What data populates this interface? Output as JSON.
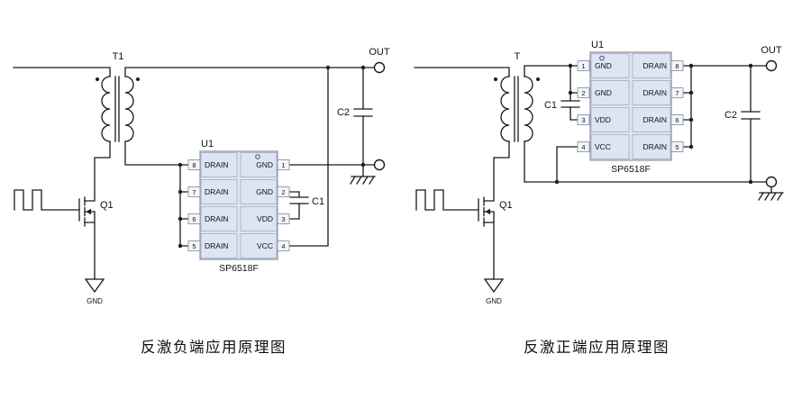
{
  "colors": {
    "wire": "#1a1a1a",
    "ic_fill": "#dde4f2",
    "ic_border": "#8a95a8",
    "background": "#ffffff"
  },
  "left_circuit": {
    "caption": "反激负端应用原理图",
    "transformer": "T1",
    "mosfet": "Q1",
    "gnd": "GND",
    "out": "OUT",
    "c1": "C1",
    "c2": "C2",
    "ic": {
      "ref": "U1",
      "part": "SP6518F",
      "left_pins": [
        {
          "num": "8",
          "name": "DRAIN"
        },
        {
          "num": "7",
          "name": "DRAIN"
        },
        {
          "num": "6",
          "name": "DRAIN"
        },
        {
          "num": "5",
          "name": "DRAIN"
        }
      ],
      "right_pins": [
        {
          "num": "1",
          "name": "GND"
        },
        {
          "num": "2",
          "name": "GND"
        },
        {
          "num": "3",
          "name": "VDD"
        },
        {
          "num": "4",
          "name": "VCC"
        }
      ]
    }
  },
  "right_circuit": {
    "caption": "反激正端应用原理图",
    "transformer": "T",
    "mosfet": "Q1",
    "gnd": "GND",
    "out": "OUT",
    "c1": "C1",
    "c2": "C2",
    "ic": {
      "ref": "U1",
      "part": "SP6518F",
      "left_pins": [
        {
          "num": "1",
          "name": "GND"
        },
        {
          "num": "2",
          "name": "GND"
        },
        {
          "num": "3",
          "name": "VDD"
        },
        {
          "num": "4",
          "name": "VCC"
        }
      ],
      "right_pins": [
        {
          "num": "8",
          "name": "DRAIN"
        },
        {
          "num": "7",
          "name": "DRAIN"
        },
        {
          "num": "6",
          "name": "DRAIN"
        },
        {
          "num": "5",
          "name": "DRAIN"
        }
      ]
    }
  }
}
